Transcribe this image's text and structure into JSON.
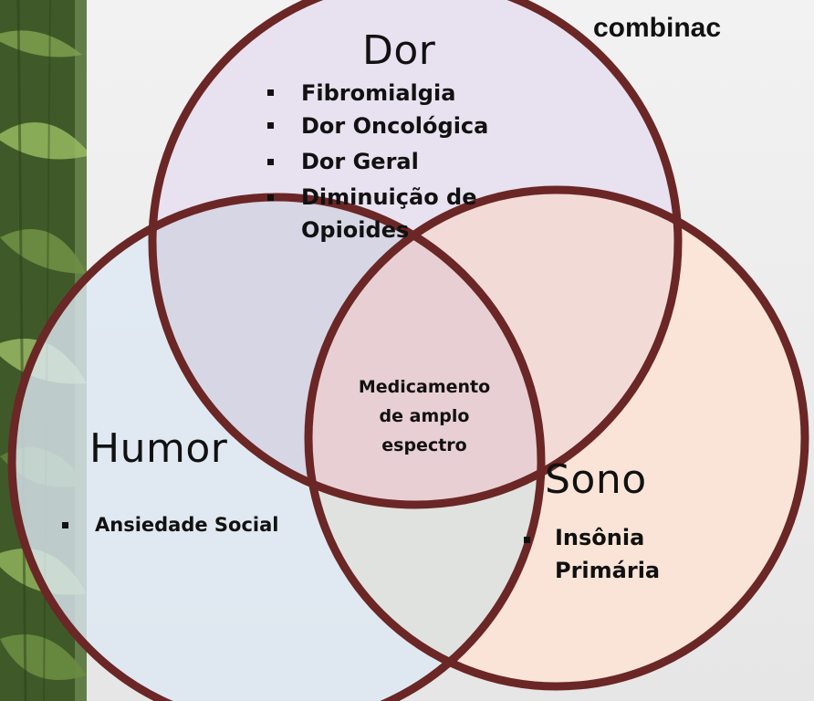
{
  "title_fragment": "combinac",
  "circles": {
    "dor": {
      "title": "Dor",
      "items": [
        "Fibromialgia",
        "Dor Oncológica",
        "Dor Geral",
        "Diminuição de",
        "Opioides"
      ]
    },
    "humor": {
      "title": "Humor",
      "items": [
        "Ansiedade Social"
      ]
    },
    "sono": {
      "title": "Sono",
      "items": [
        "Insônia",
        "Primária"
      ]
    }
  },
  "center": {
    "lines": [
      "Medicamento",
      "de amplo",
      "espectro"
    ]
  },
  "colors": {
    "outline": "#6b2626",
    "dor_fill": "#e7dff0",
    "humor_fill": "#dde9f2",
    "sono_fill": "#fbe3d3",
    "center_fill": "#e8cfd3"
  }
}
